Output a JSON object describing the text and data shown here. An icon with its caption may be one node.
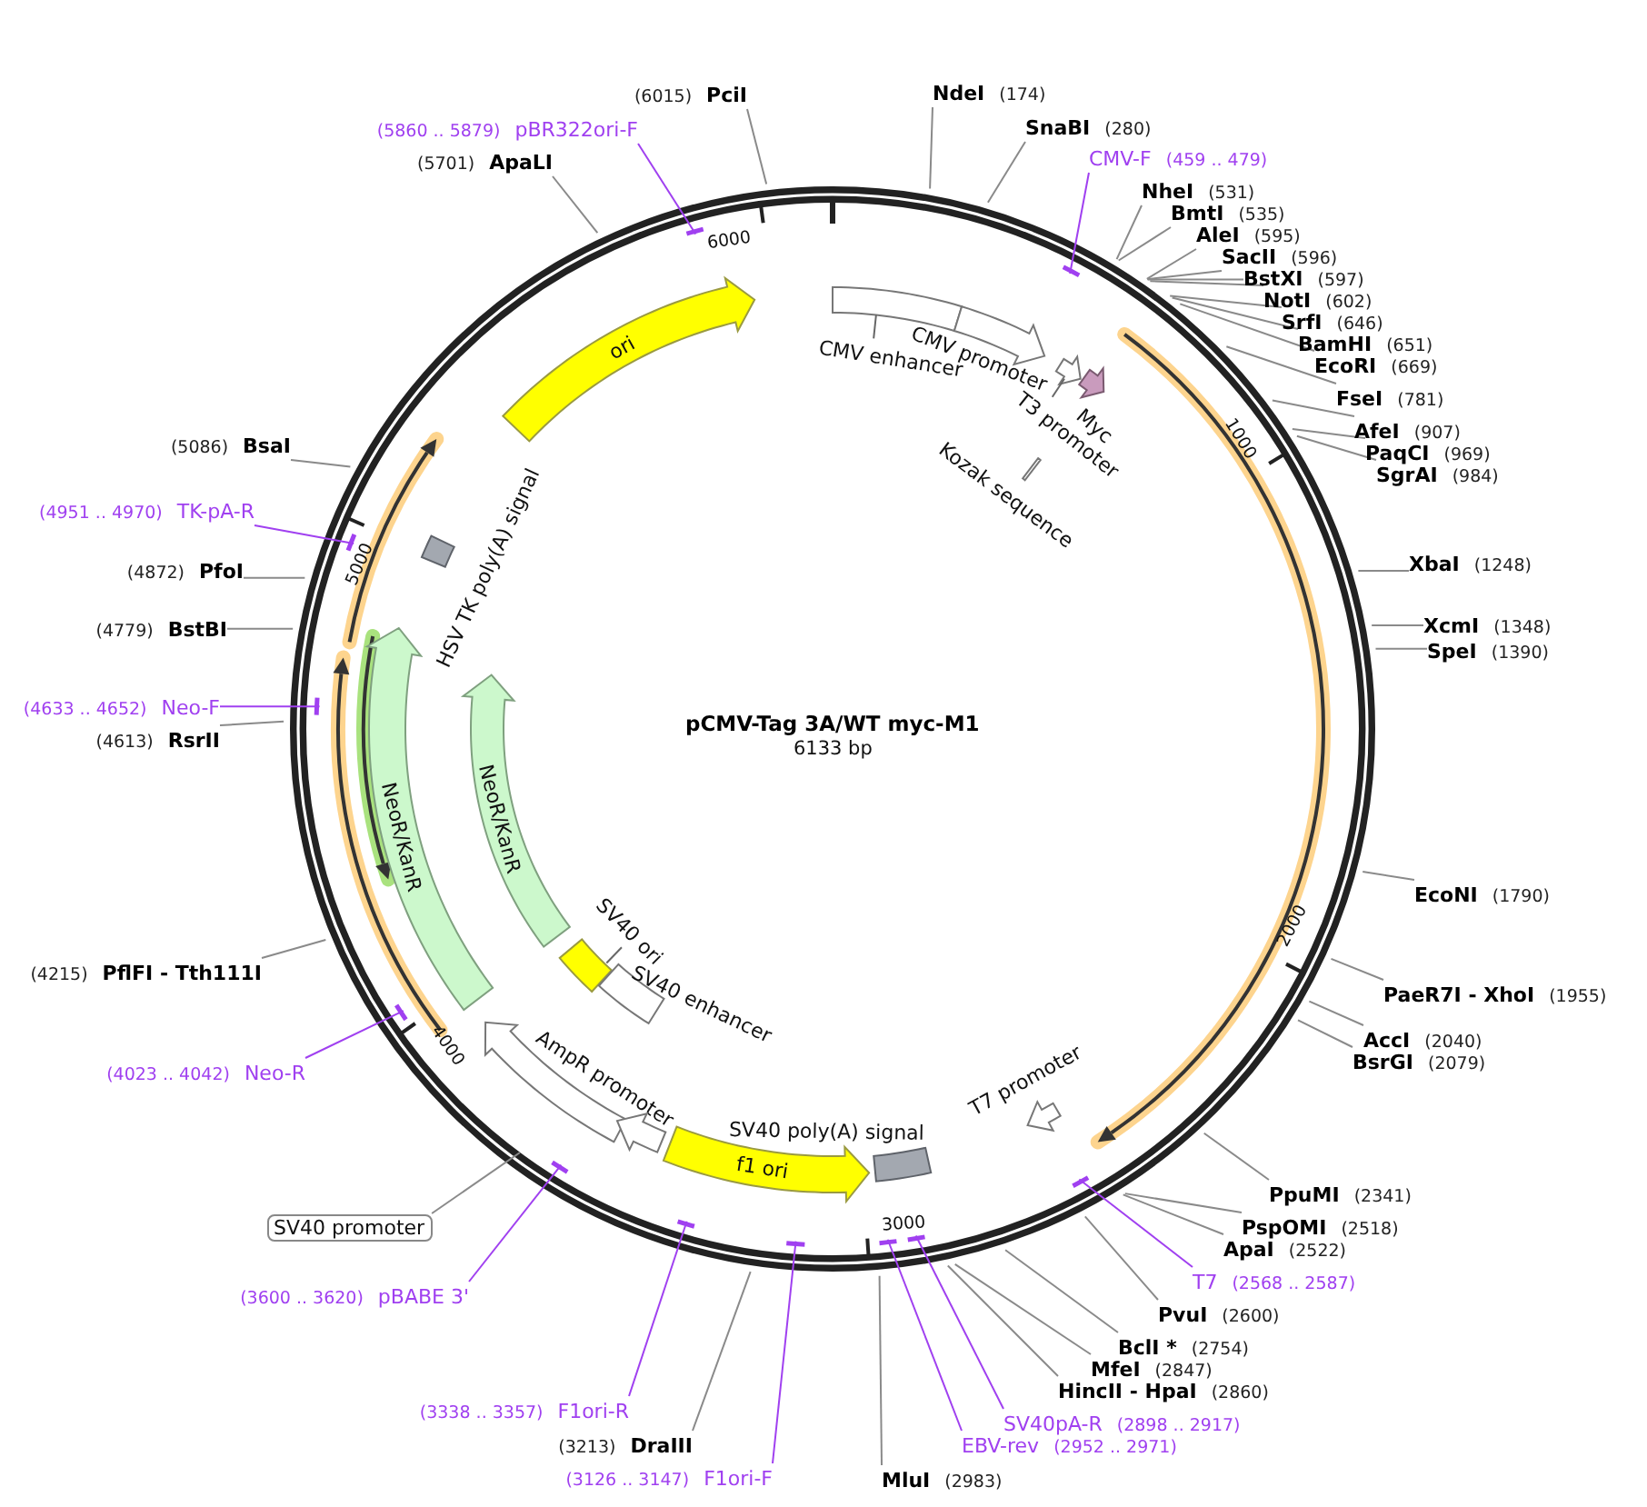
{
  "diagram": {
    "title": "pCMV-Tag 3A/WT myc-M1",
    "nodes": [
      {
        "text": [
          "NdeI"
        ],
        "beside": [
          "(174)"
        ]
      },
      {
        "text": [
          "SnaBI"
        ],
        "beside": [
          "(280)"
        ]
      },
      {
        "text": [
          "CMV-F"
        ],
        "beside": [
          "(459 .. 479)"
        ]
      },
      {
        "text": [
          "NheI"
        ],
        "beside": [
          "(531)"
        ]
      },
      {
        "text": [
          "BmtI"
        ],
        "beside": [
          "(535)"
        ]
      },
      {
        "text": [
          "AleI"
        ],
        "beside": [
          "(595)"
        ]
      },
      {
        "text": [
          "SacII"
        ],
        "beside": [
          "(596)"
        ]
      },
      {
        "text": [
          "BstXI"
        ],
        "beside": [
          "(597)"
        ]
      },
      {
        "text": [
          "NotI"
        ],
        "beside": [
          "(602)"
        ]
      },
      {
        "text": [
          "SrfI"
        ],
        "beside": [
          "(646)"
        ]
      },
      {
        "text": [
          "BamHI"
        ],
        "beside": [
          "(651)"
        ]
      },
      {
        "text": [
          "EcoRI"
        ],
        "beside": [
          "(669)"
        ]
      },
      {
        "text": [
          "FseI"
        ],
        "beside": [
          "(781)"
        ]
      },
      {
        "text": [
          "AfeI"
        ],
        "beside": [
          "(907)"
        ]
      },
      {
        "text": [
          "PaqCI"
        ],
        "beside": [
          "(969)"
        ]
      },
      {
        "text": [
          "SgrAI"
        ],
        "beside": [
          "(984)"
        ]
      },
      {
        "text": [
          "XbaI"
        ],
        "beside": [
          "(1248)"
        ]
      },
      {
        "text": [
          "XcmI"
        ],
        "beside": [
          "(1348)"
        ]
      },
      {
        "text": [
          "SpeI"
        ],
        "beside": [
          "(1390)"
        ]
      },
      {
        "text": [
          "EcoNI"
        ],
        "beside": [
          "(1790)"
        ]
      },
      {
        "text": [
          "PaeR7I - XhoI"
        ],
        "beside": [
          "(1955)"
        ]
      },
      {
        "text": [
          "AccI"
        ],
        "beside": [
          "(2040)"
        ]
      },
      {
        "text": [
          "BsrGI"
        ],
        "beside": [
          "(2079)"
        ]
      },
      {
        "text": [
          "PpuMI"
        ],
        "beside": [
          "(2341)"
        ]
      },
      {
        "text": [
          "PspOMI"
        ],
        "beside": [
          "(2518)"
        ]
      },
      {
        "text": [
          "ApaI"
        ],
        "beside": [
          "(2522)"
        ]
      },
      {
        "text": [
          "T7"
        ],
        "beside": [
          "(2568 .. 2587)"
        ]
      },
      {
        "text": [
          "PvuI"
        ],
        "beside": [
          "(2600)"
        ]
      },
      {
        "text": [
          "BclI *"
        ],
        "beside": [
          "(2754)"
        ]
      },
      {
        "text": [
          "MfeI"
        ],
        "beside": [
          "(2847)"
        ]
      },
      {
        "text": [
          "HincII - HpaI"
        ],
        "beside": [
          "(2860)"
        ]
      },
      {
        "text": [
          "SV40pA-R"
        ],
        "beside": [
          "(2898 .. 2917)"
        ]
      },
      {
        "text": [
          "EBV-rev"
        ],
        "beside": [
          "(2952 .. 2971)"
        ]
      },
      {
        "text": [
          "MluI"
        ],
        "beside": [
          "(2983)"
        ]
      },
      {
        "text": [
          "F1ori-F"
        ],
        "beside": [
          "(3126 .. 3147)"
        ]
      },
      {
        "text": [
          "DraIII"
        ],
        "beside": [
          "(3213)"
        ]
      },
      {
        "text": [
          "F1ori-R"
        ],
        "beside": [
          "(3338 .. 3357)"
        ]
      },
      {
        "text": [
          "pBABE 3'"
        ],
        "beside": [
          "(3600 .. 3620)"
        ]
      },
      {
        "text": [
          "Neo-R"
        ],
        "beside": [
          "(4023 .. 4042)"
        ]
      },
      {
        "text": [
          "PflFI - Tth111I"
        ],
        "beside": [
          "(4215)"
        ]
      },
      {
        "text": [
          "RsrII"
        ],
        "beside": [
          "(4613)"
        ]
      },
      {
        "text": [
          "Neo-F"
        ],
        "beside": [
          "(4633 .. 4652)"
        ]
      },
      {
        "text": [
          "BstBI"
        ],
        "beside": [
          "(4779)"
        ]
      },
      {
        "text": [
          "PfoI"
        ],
        "beside": [
          "(4872)"
        ]
      },
      {
        "text": [
          "TK-pA-R"
        ],
        "beside": [
          "(4951 .. 4970)"
        ]
      },
      {
        "text": [
          "BsaI"
        ],
        "beside": [
          "(5086)"
        ]
      },
      {
        "text": [
          "ApaLI"
        ],
        "beside": [
          "(5701)"
        ]
      },
      {
        "text": [
          "pBR322ori-F"
        ],
        "beside": [
          "(5860 .. 5879)"
        ]
      },
      {
        "text": [
          "PciI"
        ],
        "beside": [
          "(6015)"
        ]
      },
      {
        "text": [],
        "shape": "bar"
      },
      {
        "text": [],
        "shape": "bar"
      },
      {
        "text": [],
        "shape": "bar"
      },
      {
        "text": [],
        "shape": "bar"
      },
      {
        "text": [],
        "shape": "bar"
      },
      {
        "text": [],
        "shape": "bar"
      },
      {
        "text": [],
        "shape": "bar"
      },
      {
        "text": [],
        "shape": "bar"
      },
      {
        "text": [],
        "shape": "bar"
      },
      {
        "text": [],
        "shape": "bar"
      },
      {
        "text": [],
        "shape": "bar"
      },
      {
        "text": [
          "SV40 promoter"
        ]
      },
      {
        "text": [
          "ori"
        ]
      },
      {
        "text": [
          "CMV enhancer"
        ]
      },
      {
        "text": [
          "CMV promoter"
        ]
      },
      {
        "text": [
          "T3 promoter"
        ]
      },
      {
        "text": [
          "Myc"
        ]
      },
      {
        "text": [
          "Kozak sequence"
        ]
      },
      {
        "text": [
          "HSV TK poly(A) signal"
        ]
      },
      {
        "text": [
          "NeoR/KanR"
        ]
      },
      {
        "text": [
          "NeoR/KanR"
        ]
      },
      {
        "text": [
          "SV40 ori"
        ]
      },
      {
        "text": [
          "SV40 enhancer"
        ]
      },
      {
        "text": [
          "AmpR promoter"
        ]
      },
      {
        "text": [],
        "shape": "arrow"
      },
      {
        "text": [
          "f1 ori"
        ]
      },
      {
        "text": [
          "SV40 poly(A) signal"
        ]
      },
      {
        "text": [
          "T7 promoter"
        ]
      }
    ],
    "edges": [
      {
        "from": 0,
        "to": null,
        "arrow": "none"
      },
      {
        "from": 1,
        "to": null,
        "arrow": "none"
      },
      {
        "from": 2,
        "to": 49,
        "arrow": "none",
        "color": "#a040f0"
      },
      {
        "from": 3,
        "to": null,
        "arrow": "none"
      },
      {
        "from": 4,
        "to": null,
        "arrow": "none"
      },
      {
        "from": 5,
        "to": null,
        "arrow": "none"
      },
      {
        "from": 6,
        "to": null,
        "arrow": "none"
      },
      {
        "from": 7,
        "to": null,
        "arrow": "none"
      },
      {
        "from": 8,
        "to": null,
        "arrow": "none"
      },
      {
        "from": 9,
        "to": null,
        "arrow": "none"
      },
      {
        "from": 10,
        "to": null,
        "arrow": "none"
      },
      {
        "from": 11,
        "to": null,
        "arrow": "none"
      },
      {
        "from": 12,
        "to": null,
        "arrow": "none"
      },
      {
        "from": 13,
        "to": null,
        "arrow": "none"
      },
      {
        "from": 14,
        "to": null,
        "arrow": "none"
      },
      {
        "from": 15,
        "to": null,
        "arrow": "none"
      },
      {
        "from": 16,
        "to": null,
        "arrow": "none"
      },
      {
        "from": 17,
        "to": null,
        "arrow": "none"
      },
      {
        "from": 18,
        "to": null,
        "arrow": "none"
      },
      {
        "from": 19,
        "to": null,
        "arrow": "none"
      },
      {
        "from": 20,
        "to": null,
        "arrow": "none"
      },
      {
        "from": 21,
        "to": null,
        "arrow": "none"
      },
      {
        "from": 22,
        "to": null,
        "arrow": "none"
      },
      {
        "from": 23,
        "to": null,
        "arrow": "none"
      },
      {
        "from": 24,
        "to": null,
        "arrow": "none"
      },
      {
        "from": 25,
        "to": null,
        "arrow": "none"
      },
      {
        "from": 26,
        "to": 50,
        "arrow": "none",
        "color": "#a040f0"
      },
      {
        "from": 27,
        "to": null,
        "arrow": "none"
      },
      {
        "from": 28,
        "to": null,
        "arrow": "none"
      },
      {
        "from": 29,
        "to": null,
        "arrow": "none"
      },
      {
        "from": 30,
        "to": null,
        "arrow": "none"
      },
      {
        "from": 31,
        "to": 51,
        "arrow": "none",
        "color": "#a040f0"
      },
      {
        "from": 32,
        "to": 52,
        "arrow": "none",
        "color": "#a040f0"
      },
      {
        "from": 33,
        "to": null,
        "arrow": "none"
      },
      {
        "from": 34,
        "to": 53,
        "arrow": "none",
        "color": "#a040f0"
      },
      {
        "from": 35,
        "to": null,
        "arrow": "none"
      },
      {
        "from": 36,
        "to": 54,
        "arrow": "none",
        "color": "#a040f0"
      },
      {
        "from": 37,
        "to": 55,
        "arrow": "none",
        "color": "#a040f0"
      },
      {
        "from": 38,
        "to": 56,
        "arrow": "none",
        "color": "#a040f0"
      },
      {
        "from": 39,
        "to": null,
        "arrow": "none"
      },
      {
        "from": 40,
        "to": null,
        "arrow": "none"
      },
      {
        "from": 41,
        "to": 57,
        "arrow": "none",
        "color": "#a040f0"
      },
      {
        "from": 42,
        "to": null,
        "arrow": "none"
      },
      {
        "from": 43,
        "to": null,
        "arrow": "none"
      },
      {
        "from": 44,
        "to": 58,
        "arrow": "none",
        "color": "#a040f0"
      },
      {
        "from": 45,
        "to": null,
        "arrow": "none"
      },
      {
        "from": 46,
        "to": null,
        "arrow": "none"
      },
      {
        "from": 47,
        "to": 59,
        "arrow": "none",
        "color": "#a040f0"
      },
      {
        "from": 48,
        "to": null,
        "arrow": "none"
      },
      {
        "from": 60,
        "to": null,
        "arrow": "none"
      }
    ],
    "labels": [
      "6133 bp",
      "1000",
      "2000",
      "3000",
      "4000",
      "5000",
      "6000"
    ]
  }
}
